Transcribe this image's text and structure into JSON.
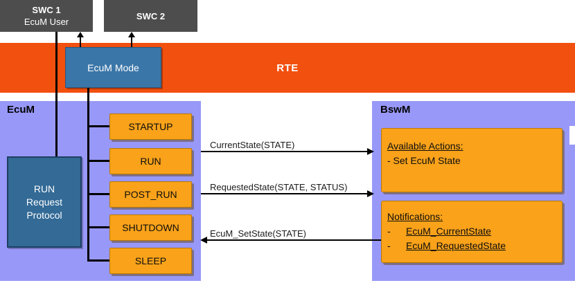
{
  "swc1": {
    "title": "SWC 1",
    "subtitle": "EcuM User"
  },
  "swc2": {
    "title": "SWC 2"
  },
  "rte": {
    "label": "RTE"
  },
  "ecum_mode": {
    "label": "EcuM Mode"
  },
  "regions": {
    "ecum": {
      "label": "EcuM"
    },
    "bswm": {
      "label": "BswM"
    }
  },
  "run_request_protocol": {
    "lines": [
      "RUN",
      "Request",
      "Protocol"
    ]
  },
  "states": [
    "STARTUP",
    "RUN",
    "POST_RUN",
    "SHUTDOWN",
    "SLEEP"
  ],
  "messages": [
    {
      "label": "CurrentState(STATE)",
      "direction": "right"
    },
    {
      "label": "RequestedState(STATE, STATUS)",
      "direction": "right"
    },
    {
      "label": "EcuM_SetState(STATE)",
      "direction": "left"
    }
  ],
  "available_actions": {
    "title": "Available Actions:",
    "item": "- Set EcuM State"
  },
  "notifications": {
    "title": "Notifications:",
    "bullet": "-",
    "items": [
      "EcuM_CurrentState",
      "EcuM_RequestedState"
    ]
  },
  "colors": {
    "swc_box": "#4d4d4d",
    "rte_bar": "#f2500f",
    "ecum_mode_blue": "#3b76a8",
    "run_request_blue": "#336a96",
    "region_purple": "#9898f8",
    "state_orange": "#f9a21a",
    "line_black": "#000000"
  }
}
